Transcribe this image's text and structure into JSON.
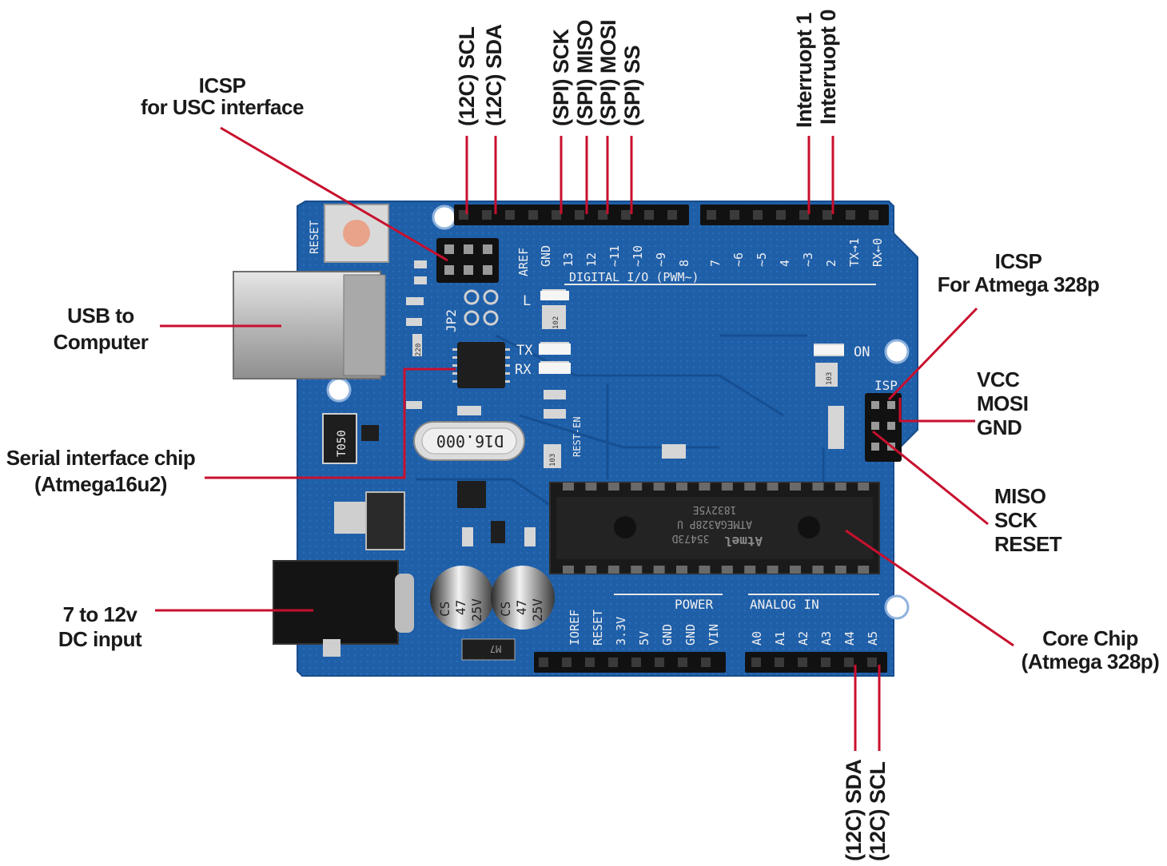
{
  "callouts": {
    "icsp_usb": [
      "ICSP",
      "for USC interface"
    ],
    "usb": [
      "USB to",
      "Computer"
    ],
    "serial_chip": [
      "Serial interface chip",
      "(Atmega16u2)"
    ],
    "dc_input": [
      "7 to 12v",
      "DC input"
    ],
    "icsp_atmega": [
      "ICSP",
      "For Atmega 328p"
    ],
    "vcc": "VCC",
    "mosi": "MOSI",
    "gnd": "GND",
    "miso": "MISO",
    "sck": "SCK",
    "reset": "RESET",
    "core_chip": [
      "Core Chip",
      "(Atmega 328p)"
    ]
  },
  "top_pins": {
    "scl": "(12C) SCL",
    "sda": "(12C) SDA",
    "spi_sck": "(SPI) SCK",
    "spi_miso": "(SPI) MISO",
    "spi_mosi": "(SPI) MOSI",
    "spi_ss": "(SPI) SS",
    "int1": "Interruopt 1",
    "int0": "Interruopt 0"
  },
  "bottom_pins": {
    "sda": "(12C) SDA",
    "scl": "(12C) SCL"
  },
  "board": {
    "reset_label": "RESET",
    "aref": "AREF",
    "gnd": "GND",
    "digital_pins": [
      "13",
      "12",
      "~11",
      "~10",
      "~9",
      "8",
      "7",
      "~6",
      "~5",
      "4",
      "~3",
      "2",
      "TX→1",
      "RX←0"
    ],
    "digital_title": "DIGITAL I/O (PWM~)",
    "l_led": "L",
    "tx": "TX",
    "rx": "RX",
    "on": "ON",
    "isp": "ISP",
    "jp2": "JP2",
    "t050": "T050",
    "crystal": "D16.000",
    "rest_en": "REST-EN",
    "resistor_220": "220",
    "resistor_102": "102",
    "resistor_103": "103",
    "resistor_103b": "103",
    "cap_cs": "CS",
    "cap_val": "47",
    "cap_v": "25V",
    "chip_line1": "1832Y5E",
    "chip_line2": "ATMEGA328P U",
    "chip_line3": "35473D",
    "chip_brand": "Atmel",
    "power_title": "POWER",
    "power_pins": [
      "IOREF",
      "RESET",
      "3.3V",
      "5V",
      "GND",
      "GND",
      "VIN"
    ],
    "analog_title": "ANALOG IN",
    "analog_pins": [
      "A0",
      "A1",
      "A2",
      "A3",
      "A4",
      "A5"
    ],
    "diode": "M7"
  },
  "colors": {
    "board": "#1f5fa8",
    "leader": "#c8102e"
  }
}
